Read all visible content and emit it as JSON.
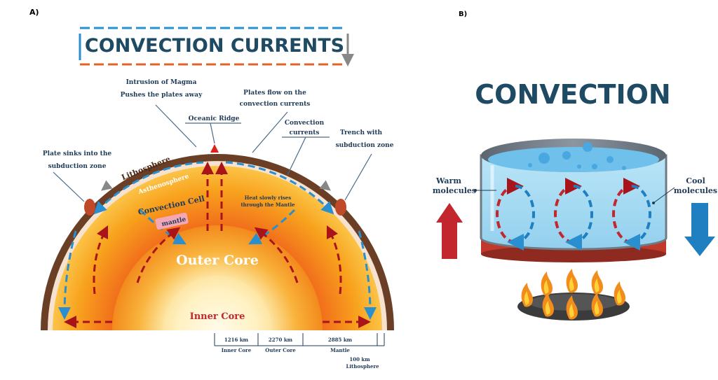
{
  "panel_a": {
    "letter": "A)",
    "title": "CONVECTION CURRENTS",
    "labels": {
      "magma_1": "Intrusion of Magma",
      "magma_2": "Pushes the plates away",
      "plates_1": "Plates flow on the",
      "plates_2": "convection currents",
      "ridge": "Oceanic Ridge",
      "currents_1": "Convection",
      "currents_2": "currents",
      "trench_1": "Trench with",
      "trench_2": "subduction zone",
      "sink_1": "Plate sinks into the",
      "sink_2": "subduction zone",
      "lithosphere": "Lithosphere",
      "asthenosphere": "Asthenosphere",
      "cell": "Convection Cell",
      "mantle": "mantle",
      "heat_1": "Heat slowly rises",
      "heat_2": "through the Mantle",
      "outer_core": "Outer Core",
      "inner_core": "Inner Core"
    },
    "scale": [
      {
        "km": "1216 km",
        "name": "Inner Core"
      },
      {
        "km": "2270 km",
        "name": "Outer Core"
      },
      {
        "km": "2885 km",
        "name": "Mantle"
      },
      {
        "km": "100 km",
        "name": "Lithosphere"
      }
    ]
  },
  "panel_b": {
    "letter": "B)",
    "title": "CONVECTION",
    "warm_1": "Warm",
    "warm_2": "molecules",
    "cool_1": "Cool",
    "cool_2": "molecules"
  },
  "colors": {
    "title_navy": "#1f4a63",
    "warm_red": "#c1272d",
    "cool_blue": "#1f7fc1",
    "crust_brown": "#6b3f25",
    "water": "#a9dcf2"
  }
}
